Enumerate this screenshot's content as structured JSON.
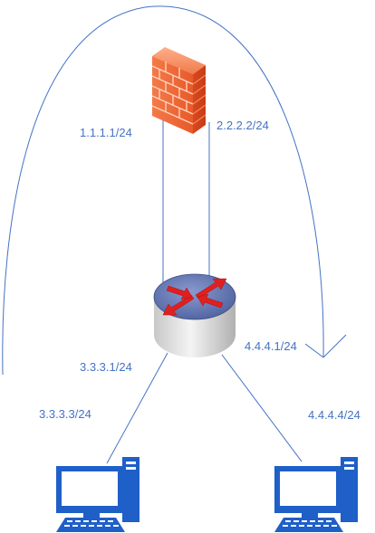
{
  "diagram": {
    "labels": {
      "firewall_left_ip": "1.1.1.1/24",
      "firewall_right_ip": "2.2.2.2/24",
      "router_left_ip": "3.3.3.1/24",
      "router_right_ip": "4.4.4.1/24",
      "pc_left_ip": "3.3.3.3/24",
      "pc_right_ip": "4.4.4.4/24"
    },
    "icons": {
      "firewall": "firewall-icon",
      "router": "router-icon",
      "pc_left": "desktop-computer-icon",
      "pc_right": "desktop-computer-icon"
    },
    "colors": {
      "link": "#4472c4",
      "label": "#4472c4",
      "firewall_brick": "#f26b3a",
      "router_top": "#5b6fa8",
      "router_arrows": "#e02020",
      "computer": "#1f5fc8"
    }
  }
}
